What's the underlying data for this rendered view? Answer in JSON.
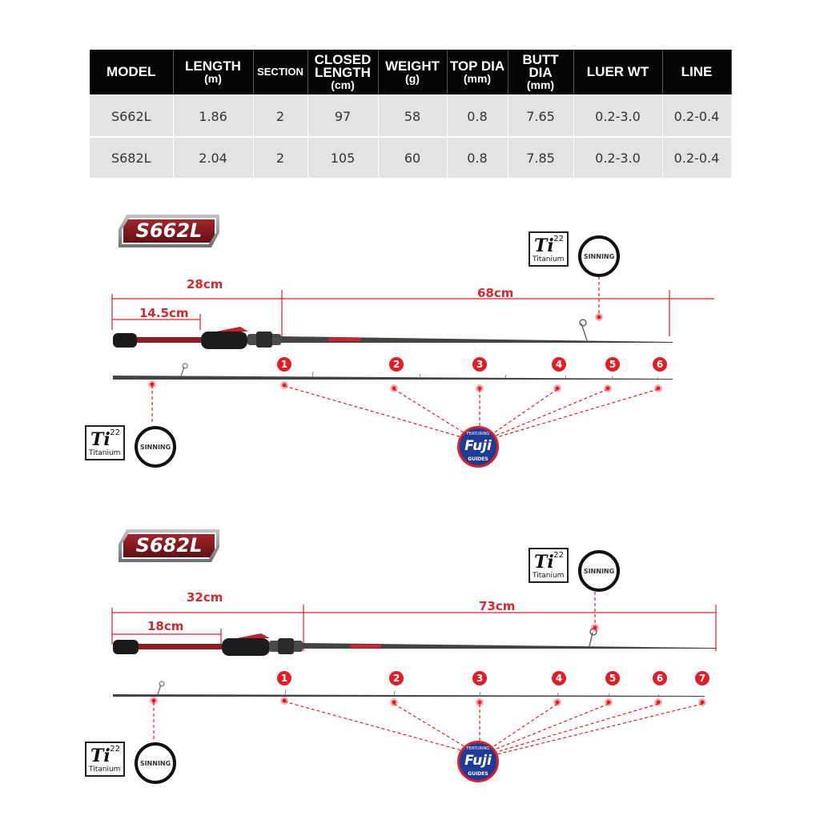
{
  "table": {
    "headers": [
      {
        "label": "MODEL",
        "unit": ""
      },
      {
        "label": "LENGTH",
        "unit": "(m)"
      },
      {
        "label": "SECTION",
        "unit": ""
      },
      {
        "label": "CLOSED LENGTH",
        "unit": "(cm)"
      },
      {
        "label": "WEIGHT",
        "unit": "(g)"
      },
      {
        "label": "TOP DIA",
        "unit": "(mm)"
      },
      {
        "label": "BUTT DIA",
        "unit": "(mm)"
      },
      {
        "label": "LUER WT",
        "unit": ""
      },
      {
        "label": "LINE",
        "unit": ""
      }
    ],
    "rows": [
      [
        "S662L",
        "1.86",
        "2",
        "97",
        "58",
        "0.8",
        "7.65",
        "0.2-3.0",
        "0.2-0.4"
      ],
      [
        "S682L",
        "2.04",
        "2",
        "105",
        "60",
        "0.8",
        "7.85",
        "0.2-3.0",
        "0.2-0.4"
      ]
    ]
  },
  "badges": {
    "ti_symbol": "Ti",
    "ti_number": "22",
    "ti_name": "Titanium",
    "ring_text": "SINNING",
    "fuji_featuring": "FEATURING",
    "fuji_brand": "Fuji",
    "fuji_guides": "GUIDES"
  },
  "rods": [
    {
      "model": "S662L",
      "handle_label": "28cm",
      "grip_label": "14.5cm",
      "blank_label": "68cm",
      "guides": [
        "1",
        "2",
        "3",
        "4",
        "5",
        "6"
      ]
    },
    {
      "model": "S682L",
      "handle_label": "32cm",
      "grip_label": "18cm",
      "blank_label": "73cm",
      "guides": [
        "1",
        "2",
        "3",
        "4",
        "5",
        "6",
        "7"
      ]
    }
  ],
  "colors": {
    "accent_red": "#e31d25",
    "dim_red": "#d8272e",
    "header_black": "#050505",
    "row_gray": "#e3e3e3",
    "fuji_blue": "#1e3c96"
  }
}
